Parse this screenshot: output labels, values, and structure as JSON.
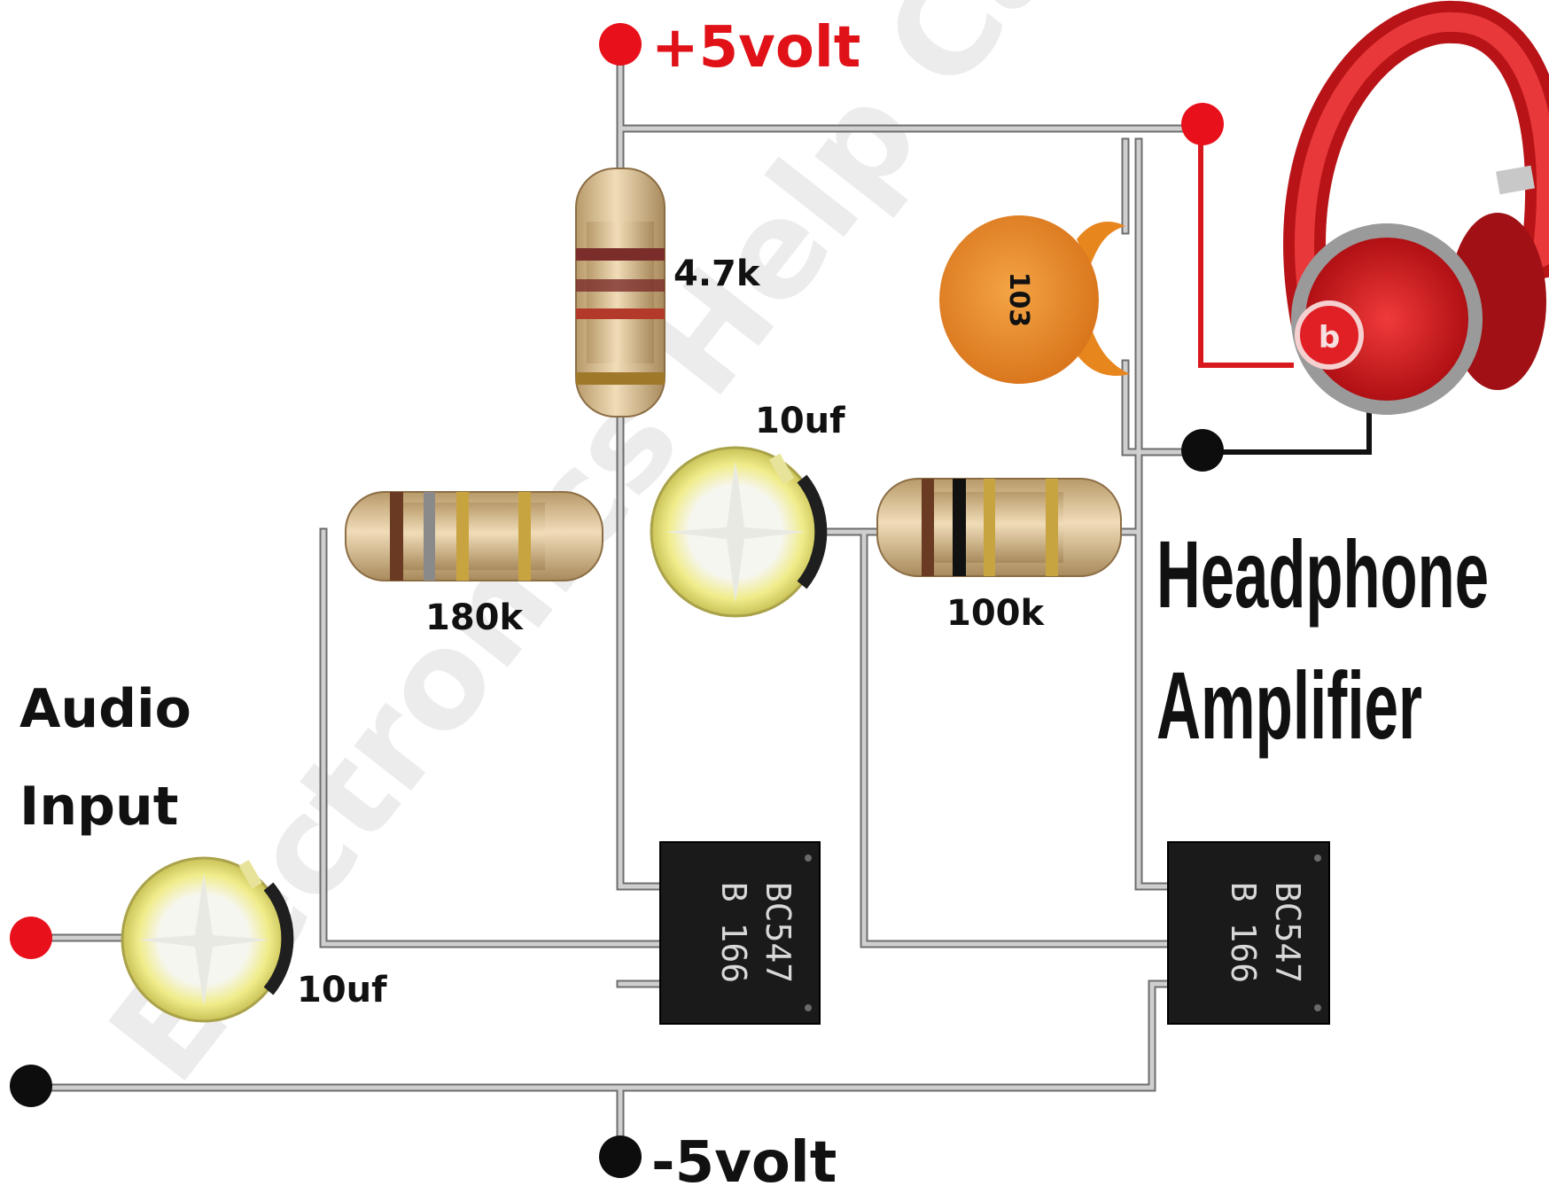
{
  "colors": {
    "wire": "#b8b8b8",
    "wire_edge": "#6e6e6e",
    "terminal_red": "#e8101a",
    "terminal_black": "#0d0d0d",
    "resistor_body": "#d8bf95",
    "capacitor_electrolytic": "#f0ec8a",
    "capacitor_ceramic": "#e8861e",
    "transistor_body": "#1a1a1a",
    "headphone": "#d8181c",
    "label_red": "#e01218"
  },
  "labels": {
    "positive_supply": "+5volt",
    "negative_supply": "-5volt",
    "audio_input_line1": "Audio",
    "audio_input_line2": "Input",
    "title_line1": "Headphone",
    "title_line2": "Amplifier"
  },
  "components": {
    "r1": {
      "value": "4.7k"
    },
    "r2": {
      "value": "180k"
    },
    "r3": {
      "value": "100k"
    },
    "c_input": {
      "value": "10uf"
    },
    "c_coupling": {
      "value": "10uf"
    },
    "c_ceramic": {
      "marking": "103"
    },
    "q1": {
      "marking_line1": "BC547",
      "marking_line2": "B 166"
    },
    "q2": {
      "marking_line1": "BC547",
      "marking_line2": "B 166"
    }
  },
  "icons": {
    "headphones": "headphones-icon",
    "terminal": "terminal-dot-icon"
  }
}
